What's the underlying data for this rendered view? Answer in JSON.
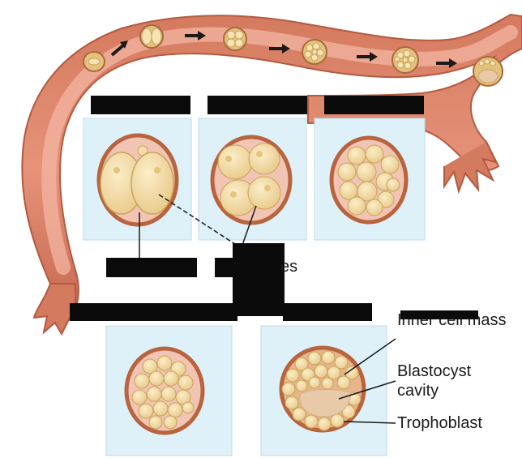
{
  "labels": {
    "blastomeres_suffix": "es",
    "inner_cell_mass": "Inner cell mass",
    "blastocyst_cavity": "Blastocyst cavity",
    "trophoblast": "Trophoblast"
  },
  "colors": {
    "tube_outer": "#c96a4f",
    "tube_inner": "#e9a08c",
    "panel_bg": "#dff1f8",
    "zona": "#b8643e",
    "cell_fill": "#f3dca6",
    "cell_edge": "#c9a35a",
    "cavity": "#e8c9a8",
    "redaction": "#0b0b0b",
    "arrow": "#1a1a1a"
  }
}
